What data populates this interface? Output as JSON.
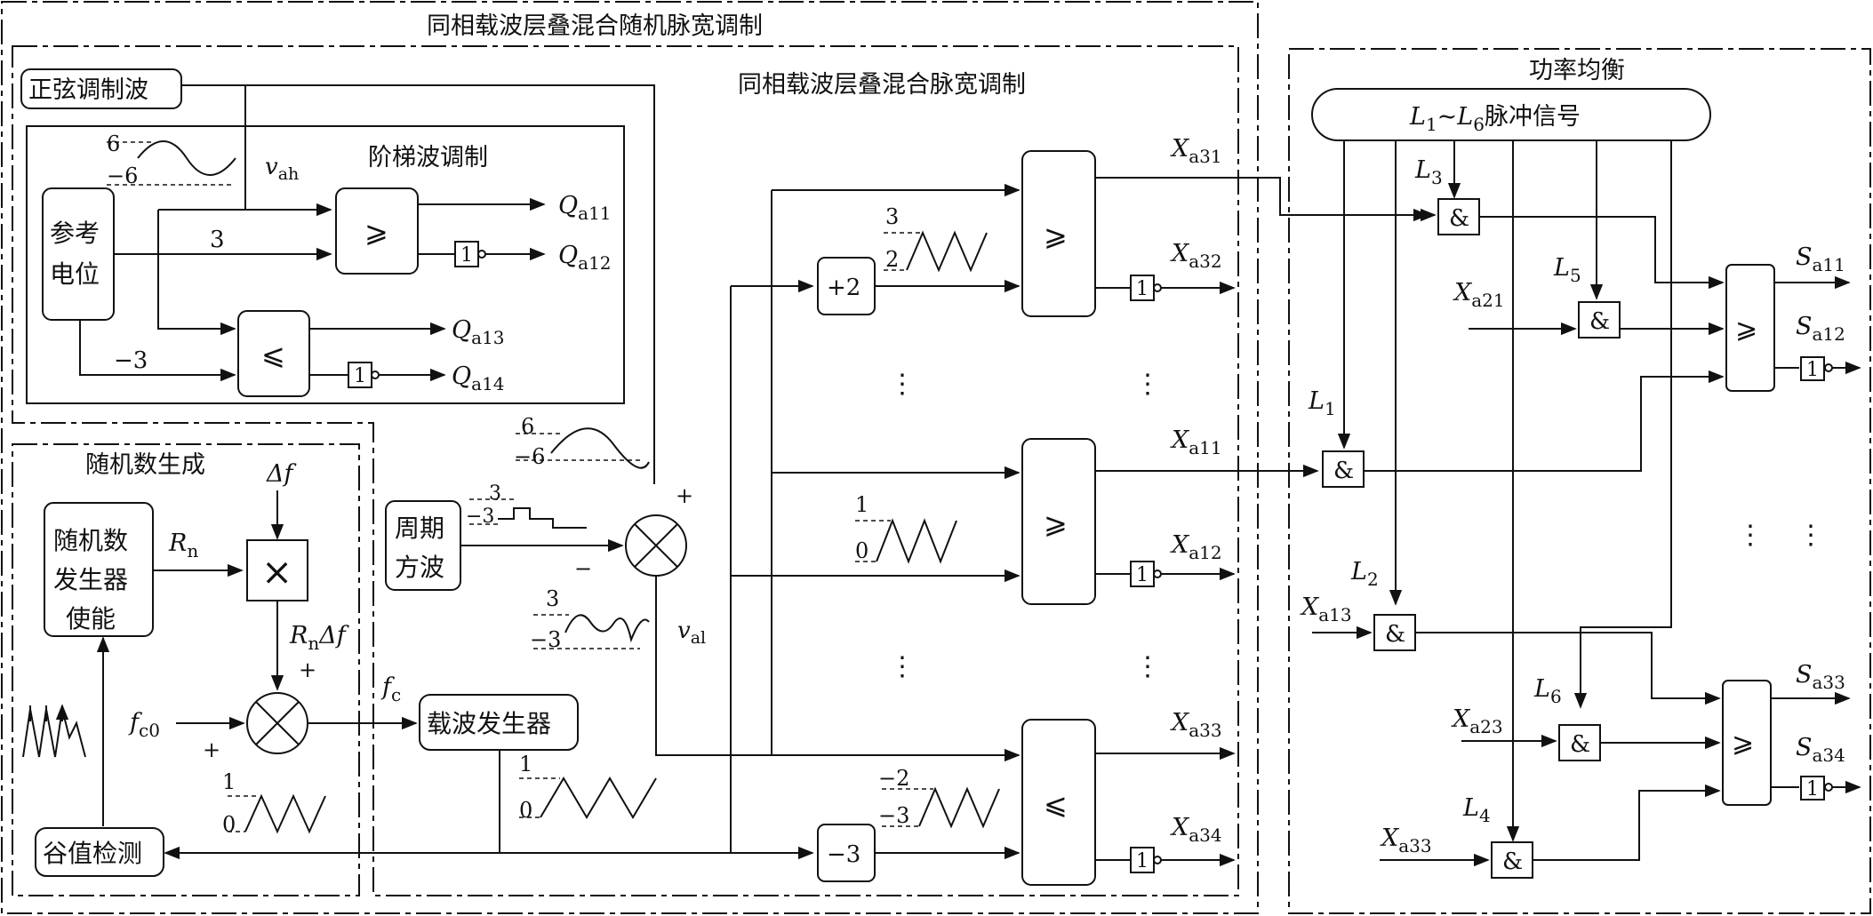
{
  "frames": {
    "outer_title": "同相载波层叠混合随机脉宽调制",
    "inner_title": "同相载波层叠混合脉宽调制",
    "power_title": "功率均衡",
    "random_title": "随机数生成",
    "staircase_title": "阶梯波调制"
  },
  "blocks": {
    "sine": "正弦调制波",
    "ref_line1": "参考",
    "ref_line2": "电位",
    "rng_line1": "随机数",
    "rng_line2": "发生器",
    "rng_line3": "使能",
    "valley": "谷值检测",
    "square_line1": "周期",
    "square_line2": "方波",
    "carrier_gen": "载波发生器",
    "pulse_signal": "脉冲信号",
    "pulse_prefix_L1": "L",
    "pulse_prefix_sub1": "1",
    "pulse_tilde": "~",
    "pulse_prefix_sub6": "6"
  },
  "ops": {
    "ge": "⩾",
    "le": "⩽",
    "not": "1",
    "and": "&",
    "mult": "×",
    "plus2": "+2",
    "minus3": "−3",
    "plus": "+",
    "minus": "−"
  },
  "labels": {
    "vah": "v",
    "vah_sub": "ah",
    "val": "v",
    "val_sub": "al",
    "three": "3",
    "neg3": "−3",
    "Rn": "R",
    "Rn_sub": "n",
    "RnDf": "R",
    "RnDf_sub": "n",
    "RnDf_tail": "Δf",
    "df": "Δf",
    "fc": "f",
    "fc_sub": "c",
    "fc0": "f",
    "fc0_sub": "c0"
  },
  "q_outputs": [
    {
      "main": "Q",
      "sub": "a11"
    },
    {
      "main": "Q",
      "sub": "a12"
    },
    {
      "main": "Q",
      "sub": "a13"
    },
    {
      "main": "Q",
      "sub": "a14"
    }
  ],
  "x_outputs": [
    {
      "main": "X",
      "sub": "a31"
    },
    {
      "main": "X",
      "sub": "a32"
    },
    {
      "main": "X",
      "sub": "a11"
    },
    {
      "main": "X",
      "sub": "a12"
    },
    {
      "main": "X",
      "sub": "a33"
    },
    {
      "main": "X",
      "sub": "a34"
    }
  ],
  "power_inputs": [
    {
      "main": "X",
      "sub": "a21"
    },
    {
      "main": "X",
      "sub": "a13"
    },
    {
      "main": "X",
      "sub": "a23"
    },
    {
      "main": "X",
      "sub": "a33"
    }
  ],
  "l_labels": [
    {
      "main": "L",
      "sub": "3"
    },
    {
      "main": "L",
      "sub": "5"
    },
    {
      "main": "L",
      "sub": "1"
    },
    {
      "main": "L",
      "sub": "2"
    },
    {
      "main": "L",
      "sub": "6"
    },
    {
      "main": "L",
      "sub": "4"
    }
  ],
  "s_outputs": [
    {
      "main": "S",
      "sub": "a11"
    },
    {
      "main": "S",
      "sub": "a12"
    },
    {
      "main": "S",
      "sub": "a33"
    },
    {
      "main": "S",
      "sub": "a34"
    }
  ],
  "wave_ticks": {
    "sine_hi": "6",
    "sine_lo": "−6",
    "sq_hi": "3",
    "sq_lo": "−3",
    "mix_hi": "3",
    "mix_lo": "−3",
    "tri_a_hi": "3",
    "tri_a_lo": "2",
    "tri_b_hi": "1",
    "tri_b_lo": "0",
    "tri_c_hi": "−2",
    "tri_c_lo": "−3",
    "tri_d_hi": "1",
    "tri_d_lo": "0",
    "tri_e_hi": "1",
    "tri_e_lo": "0"
  },
  "ellipsis": "⋮"
}
